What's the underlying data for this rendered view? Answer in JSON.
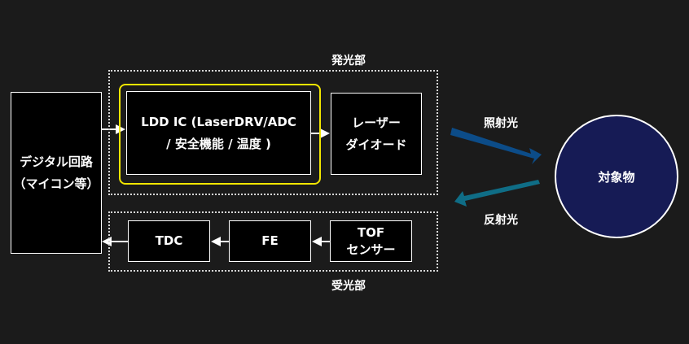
{
  "digital_block": {
    "lines": [
      "デジタル回路",
      "（マイコン等）"
    ]
  },
  "emitter_group": {
    "label": "発光部"
  },
  "receiver_group": {
    "label": "受光部"
  },
  "ldd_block": {
    "lines": [
      "LDD IC (LaserDRV/ADC",
      "/ 安全機能 / 温度 )"
    ]
  },
  "laser_block": {
    "lines": [
      "レーザー",
      "ダイオード"
    ]
  },
  "tdc_block": {
    "label": "TDC"
  },
  "fe_block": {
    "label": "FE"
  },
  "tof_block": {
    "lines": [
      "TOF",
      "センサー"
    ]
  },
  "target": {
    "label": "対象物"
  },
  "beams": {
    "irradiation_label": "照射光",
    "reflection_label": "反射光"
  },
  "colors": {
    "background": "#1b1b1b",
    "block_fill": "#000000",
    "highlight": "#f2e600",
    "target_fill": "#161b55",
    "beam_irradiation": "#0c4c88",
    "beam_reflection": "#0f6d86"
  }
}
